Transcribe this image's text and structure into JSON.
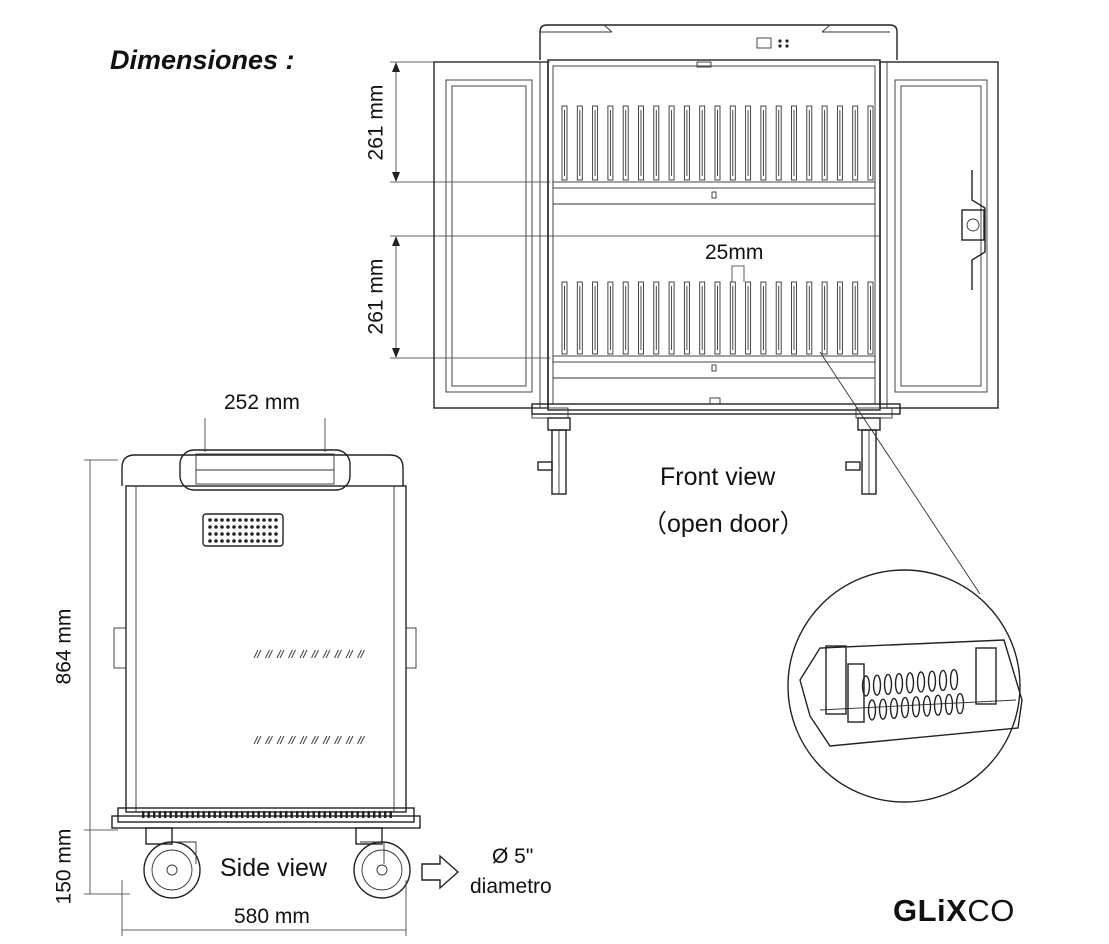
{
  "heading": "Dimensiones :",
  "front_view": {
    "title": "Front view",
    "subtitle": "（open door）",
    "upper_shelf_height": "261 mm",
    "lower_shelf_height": "261 mm",
    "slot_width": "25mm"
  },
  "side_view": {
    "title": "Side view",
    "handle_width": "252 mm",
    "body_height": "864 mm",
    "wheel_height": "150 mm",
    "depth": "580 mm"
  },
  "wheel": {
    "diameter_value": "Ø 5\"",
    "diameter_unit": "diametro"
  },
  "brand": {
    "bold_part": "GLiX",
    "light_part": "CO"
  }
}
